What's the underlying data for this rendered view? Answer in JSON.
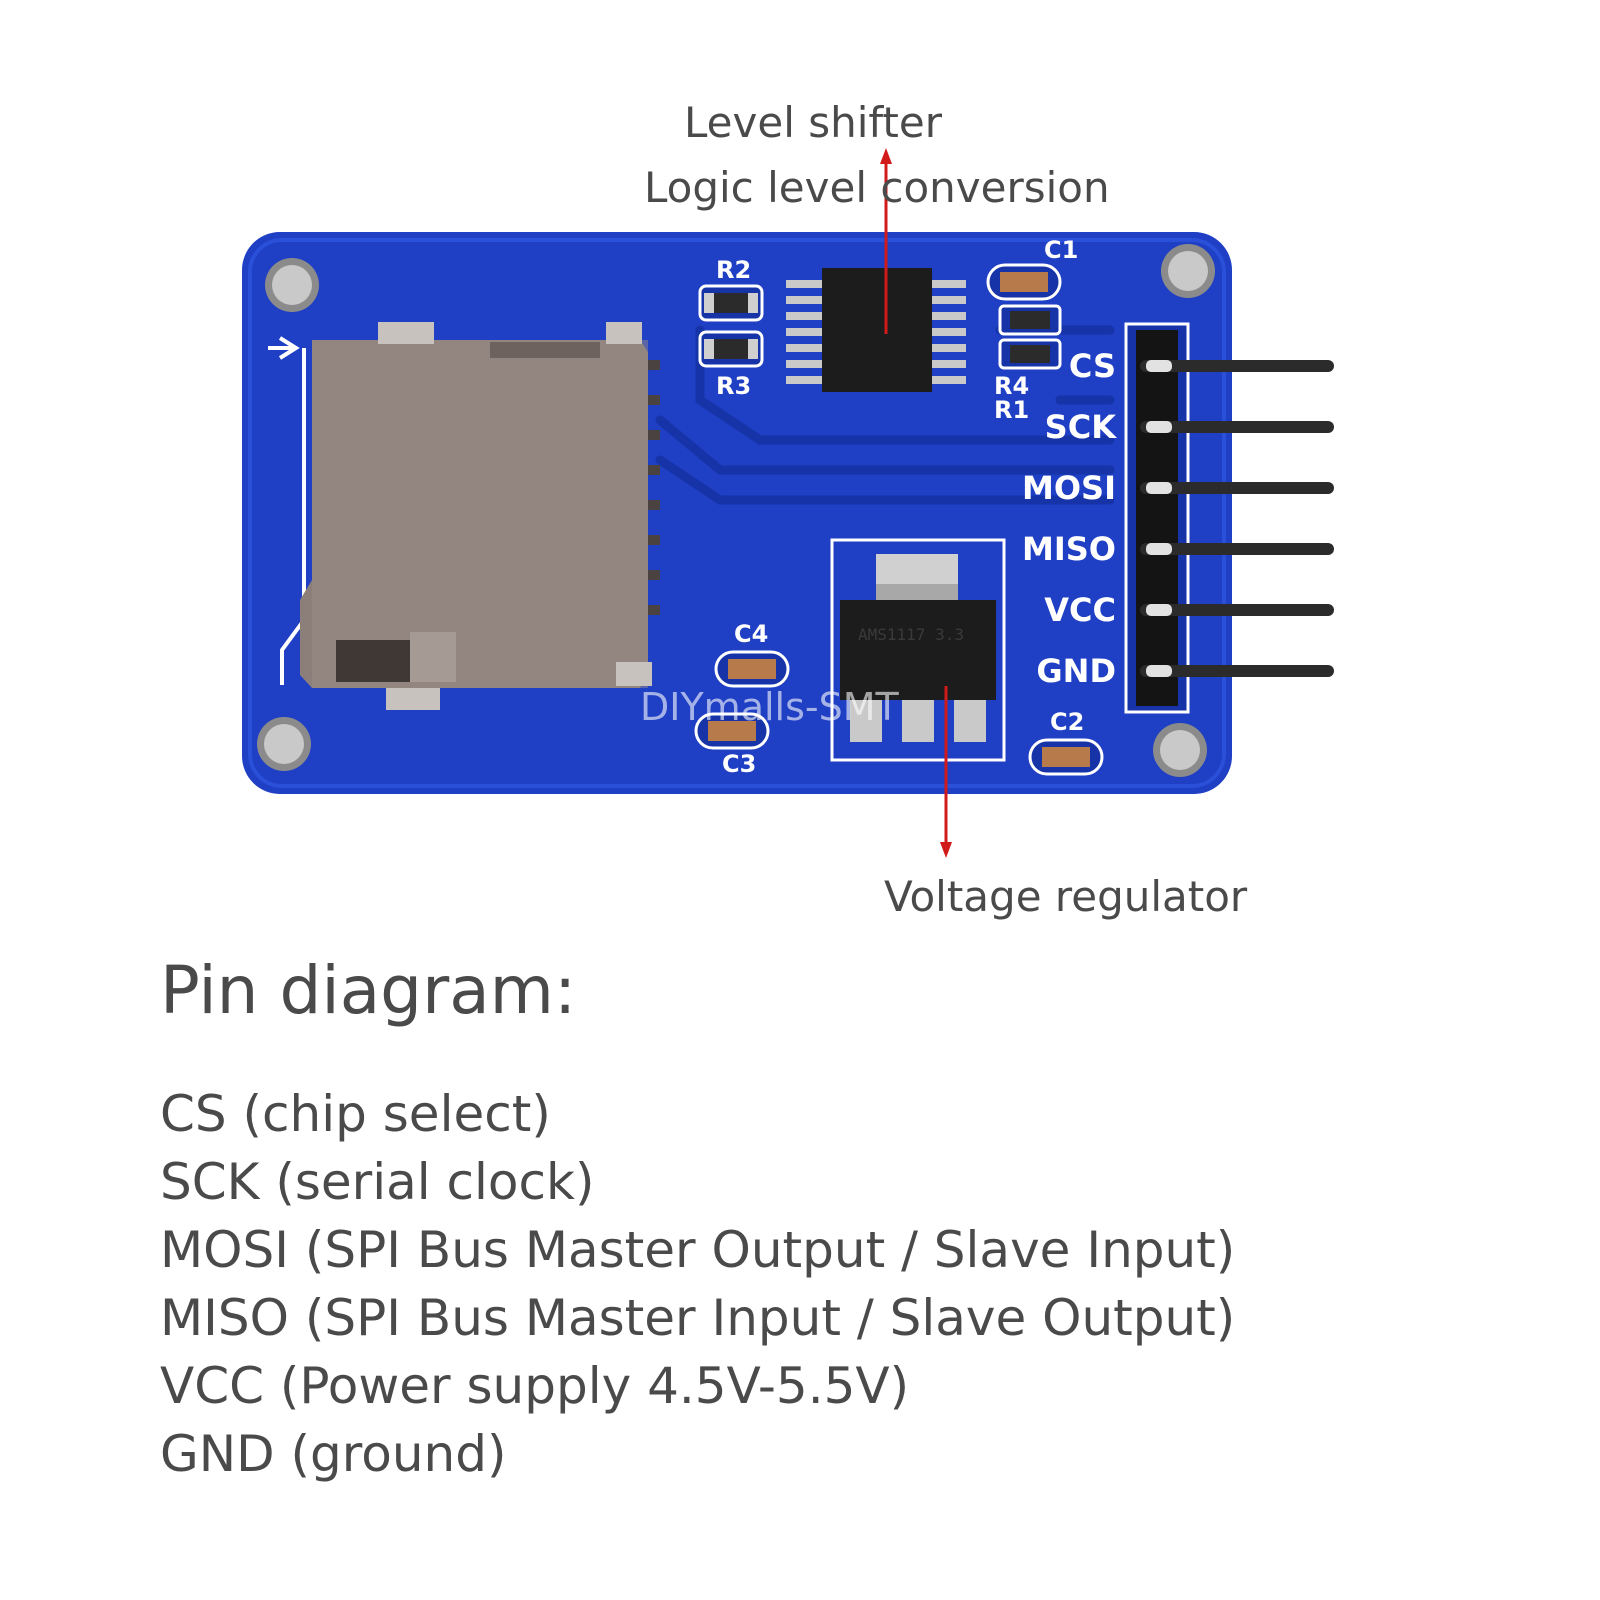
{
  "annotations": {
    "level_shifter": "Level shifter",
    "logic_level": "Logic level conversion",
    "voltage_regulator": "Voltage regulator"
  },
  "board": {
    "silkscreen": {
      "r2": "R2",
      "r3": "R3",
      "r4": "R4",
      "r1": "R1",
      "c1": "C1",
      "c2": "C2",
      "c3": "C3",
      "c4": "C4",
      "regulator_marking": "AMS1117 3.3"
    },
    "pins": [
      "CS",
      "SCK",
      "MOSI",
      "MISO",
      "VCC",
      "GND"
    ],
    "watermark": "DIYmalls-SMT",
    "colors": {
      "pcb": "#1f3fc4",
      "pcb_dark": "#1633a8",
      "card_slot": "#8c7f7a",
      "silkscreen": "#ffffff",
      "arrow": "#d11a1a"
    }
  },
  "pin_diagram": {
    "title": "Pin diagram:",
    "items": [
      "CS (chip select)",
      "SCK (serial clock)",
      "MOSI (SPI Bus Master Output / Slave Input)",
      "MISO (SPI Bus Master Input / Slave Output)",
      "VCC (Power supply 4.5V-5.5V)",
      "GND (ground)"
    ]
  }
}
